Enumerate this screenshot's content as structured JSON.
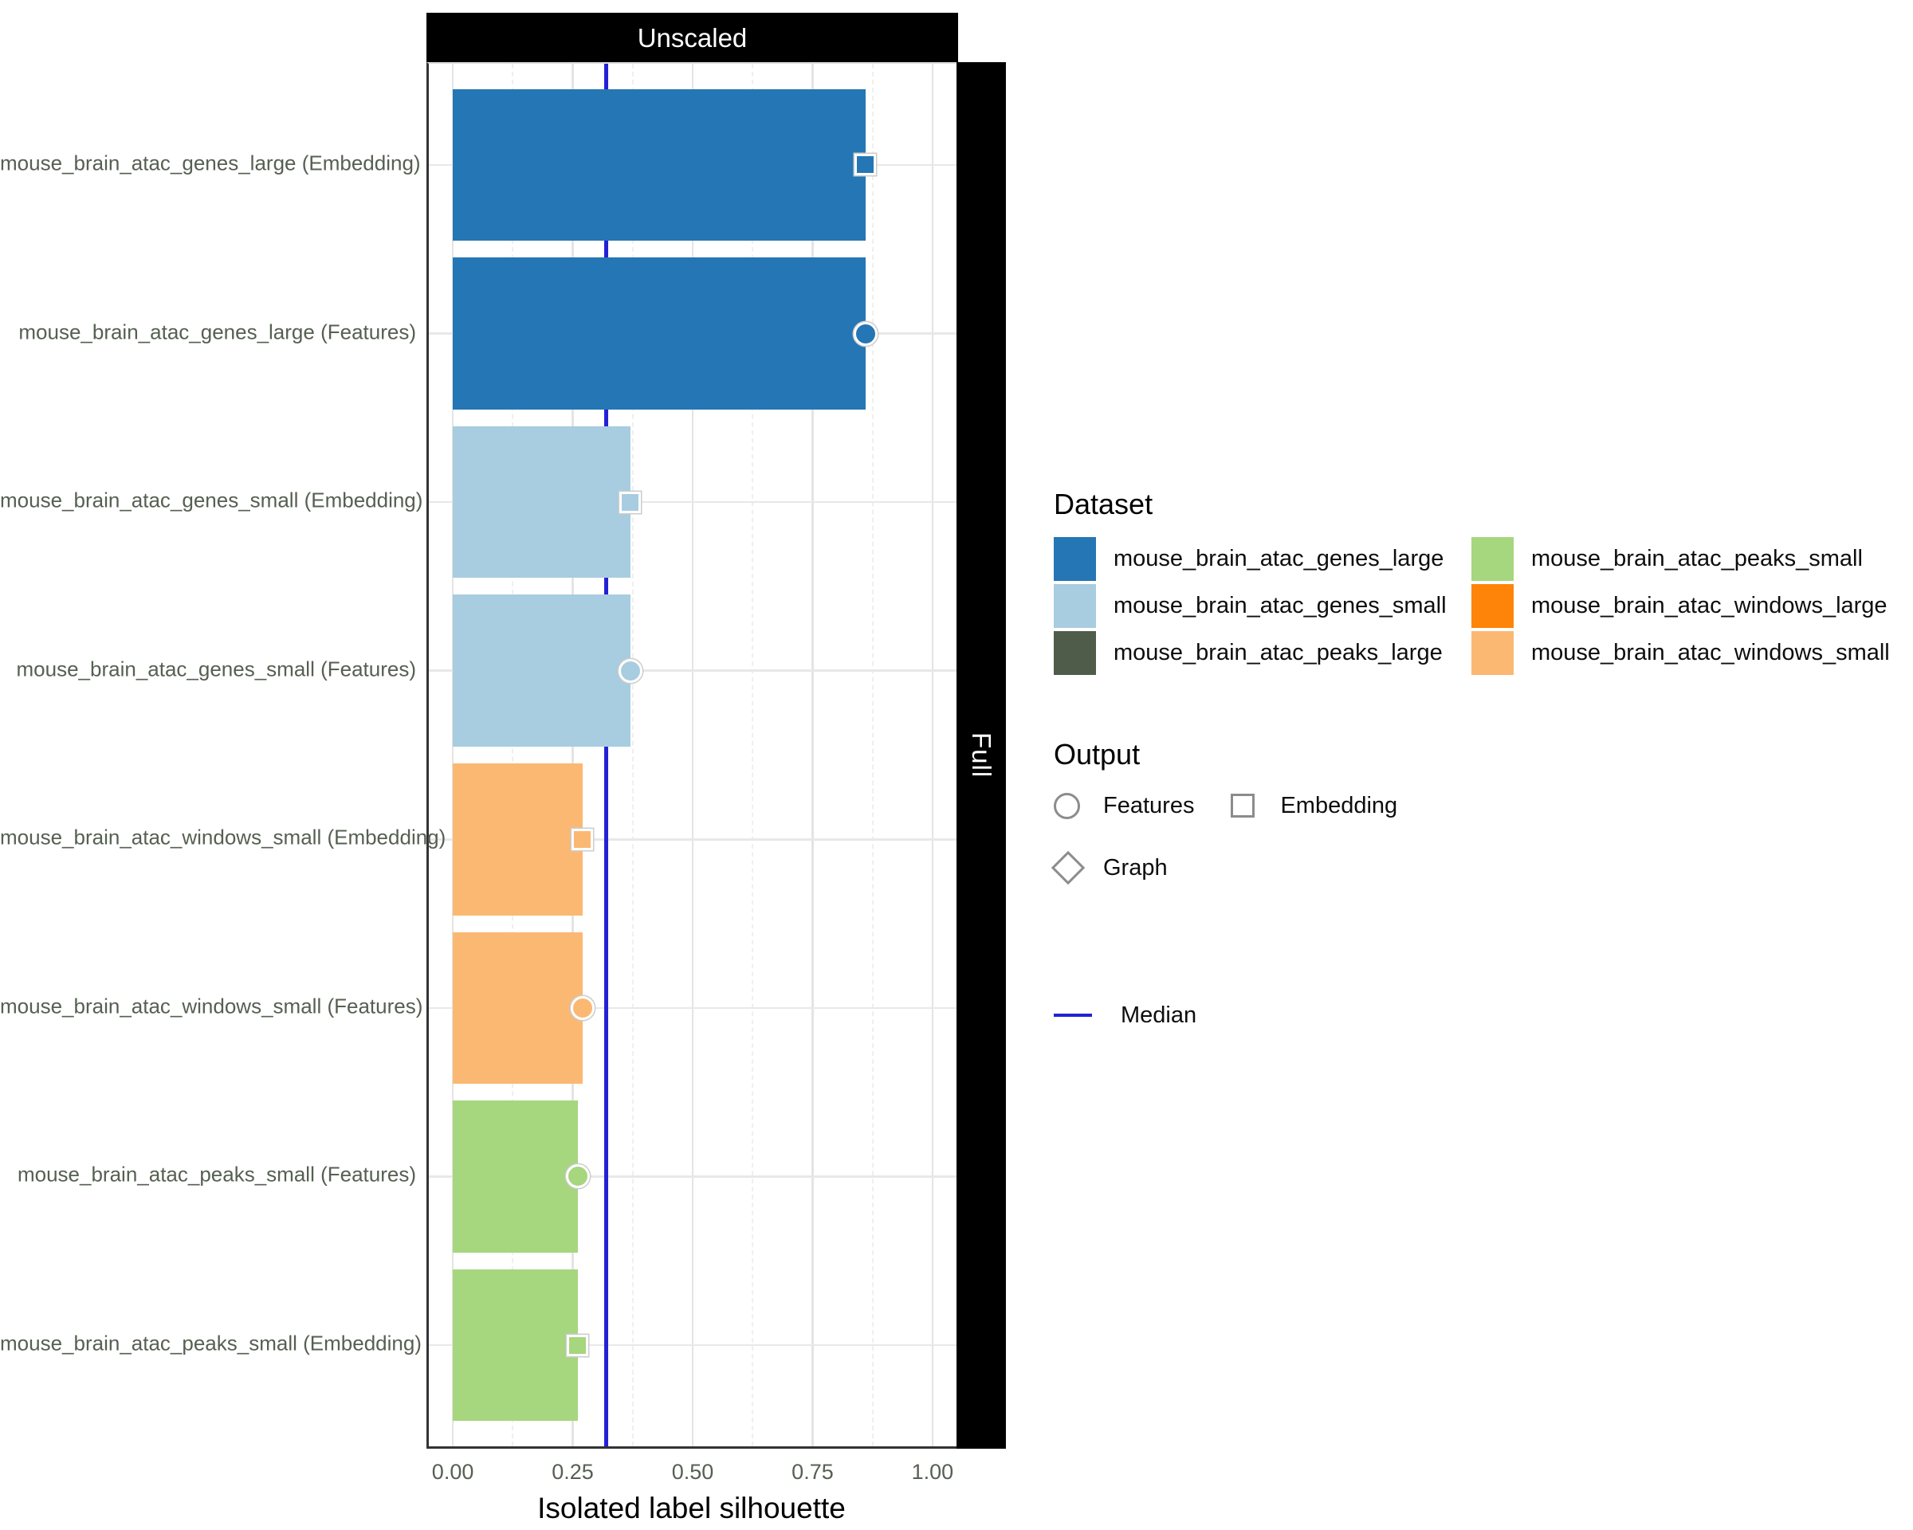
{
  "facet": {
    "col_label": "Unscaled",
    "row_label": "Full"
  },
  "chart_data": {
    "type": "bar",
    "orientation": "horizontal",
    "title": "",
    "xlabel": "Isolated label silhouette",
    "ylabel": "",
    "xlim": [
      -0.05,
      1.05
    ],
    "grid": "on",
    "x_ticks": [
      {
        "label": "0.00",
        "value": 0
      },
      {
        "label": "0.25",
        "value": 0.25
      },
      {
        "label": "0.50",
        "value": 0.5
      },
      {
        "label": "0.75",
        "value": 0.75
      },
      {
        "label": "1.00",
        "value": 1
      }
    ],
    "x_minor_ticks": [
      0.125,
      0.375,
      0.625,
      0.875
    ],
    "median": 0.32,
    "rows": [
      {
        "label": "mouse_brain_atac_genes_large (Embedding)",
        "dataset": "mouse_brain_atac_genes_large",
        "output": "Embedding",
        "value": 0.86
      },
      {
        "label": "mouse_brain_atac_genes_large (Features)",
        "dataset": "mouse_brain_atac_genes_large",
        "output": "Features",
        "value": 0.86
      },
      {
        "label": "mouse_brain_atac_genes_small (Embedding)",
        "dataset": "mouse_brain_atac_genes_small",
        "output": "Embedding",
        "value": 0.37
      },
      {
        "label": "mouse_brain_atac_genes_small (Features)",
        "dataset": "mouse_brain_atac_genes_small",
        "output": "Features",
        "value": 0.37
      },
      {
        "label": "mouse_brain_atac_windows_small (Embedding)",
        "dataset": "mouse_brain_atac_windows_small",
        "output": "Embedding",
        "value": 0.27
      },
      {
        "label": "mouse_brain_atac_windows_small (Features)",
        "dataset": "mouse_brain_atac_windows_small",
        "output": "Features",
        "value": 0.27
      },
      {
        "label": "mouse_brain_atac_peaks_small (Features)",
        "dataset": "mouse_brain_atac_peaks_small",
        "output": "Features",
        "value": 0.26
      },
      {
        "label": "mouse_brain_atac_peaks_small (Embedding)",
        "dataset": "mouse_brain_atac_peaks_small",
        "output": "Embedding",
        "value": 0.26
      }
    ]
  },
  "dataset_colors": {
    "mouse_brain_atac_genes_large": "#2576b4",
    "mouse_brain_atac_genes_small": "#a8cce0",
    "mouse_brain_atac_peaks_large": "#4e5c49",
    "mouse_brain_atac_peaks_small": "#a6d67e",
    "mouse_brain_atac_windows_large": "#fd8408",
    "mouse_brain_atac_windows_small": "#fbb873"
  },
  "legend": {
    "dataset_title": "Dataset",
    "dataset_items": [
      {
        "label": "mouse_brain_atac_genes_large",
        "color": "#2576b4"
      },
      {
        "label": "mouse_brain_atac_genes_small",
        "color": "#a8cce0"
      },
      {
        "label": "mouse_brain_atac_peaks_large",
        "color": "#4e5c49"
      },
      {
        "label": "mouse_brain_atac_peaks_small",
        "color": "#a6d67e"
      },
      {
        "label": "mouse_brain_atac_windows_large",
        "color": "#fd8408"
      },
      {
        "label": "mouse_brain_atac_windows_small",
        "color": "#fbb873"
      }
    ],
    "output_title": "Output",
    "output_rows": [
      [
        {
          "label": "Features",
          "shape": "circle"
        },
        {
          "label": "Embedding",
          "shape": "square"
        }
      ],
      [
        {
          "label": "Graph",
          "shape": "diamond"
        }
      ]
    ],
    "median_label": "Median",
    "median_color": "#2222d4"
  }
}
